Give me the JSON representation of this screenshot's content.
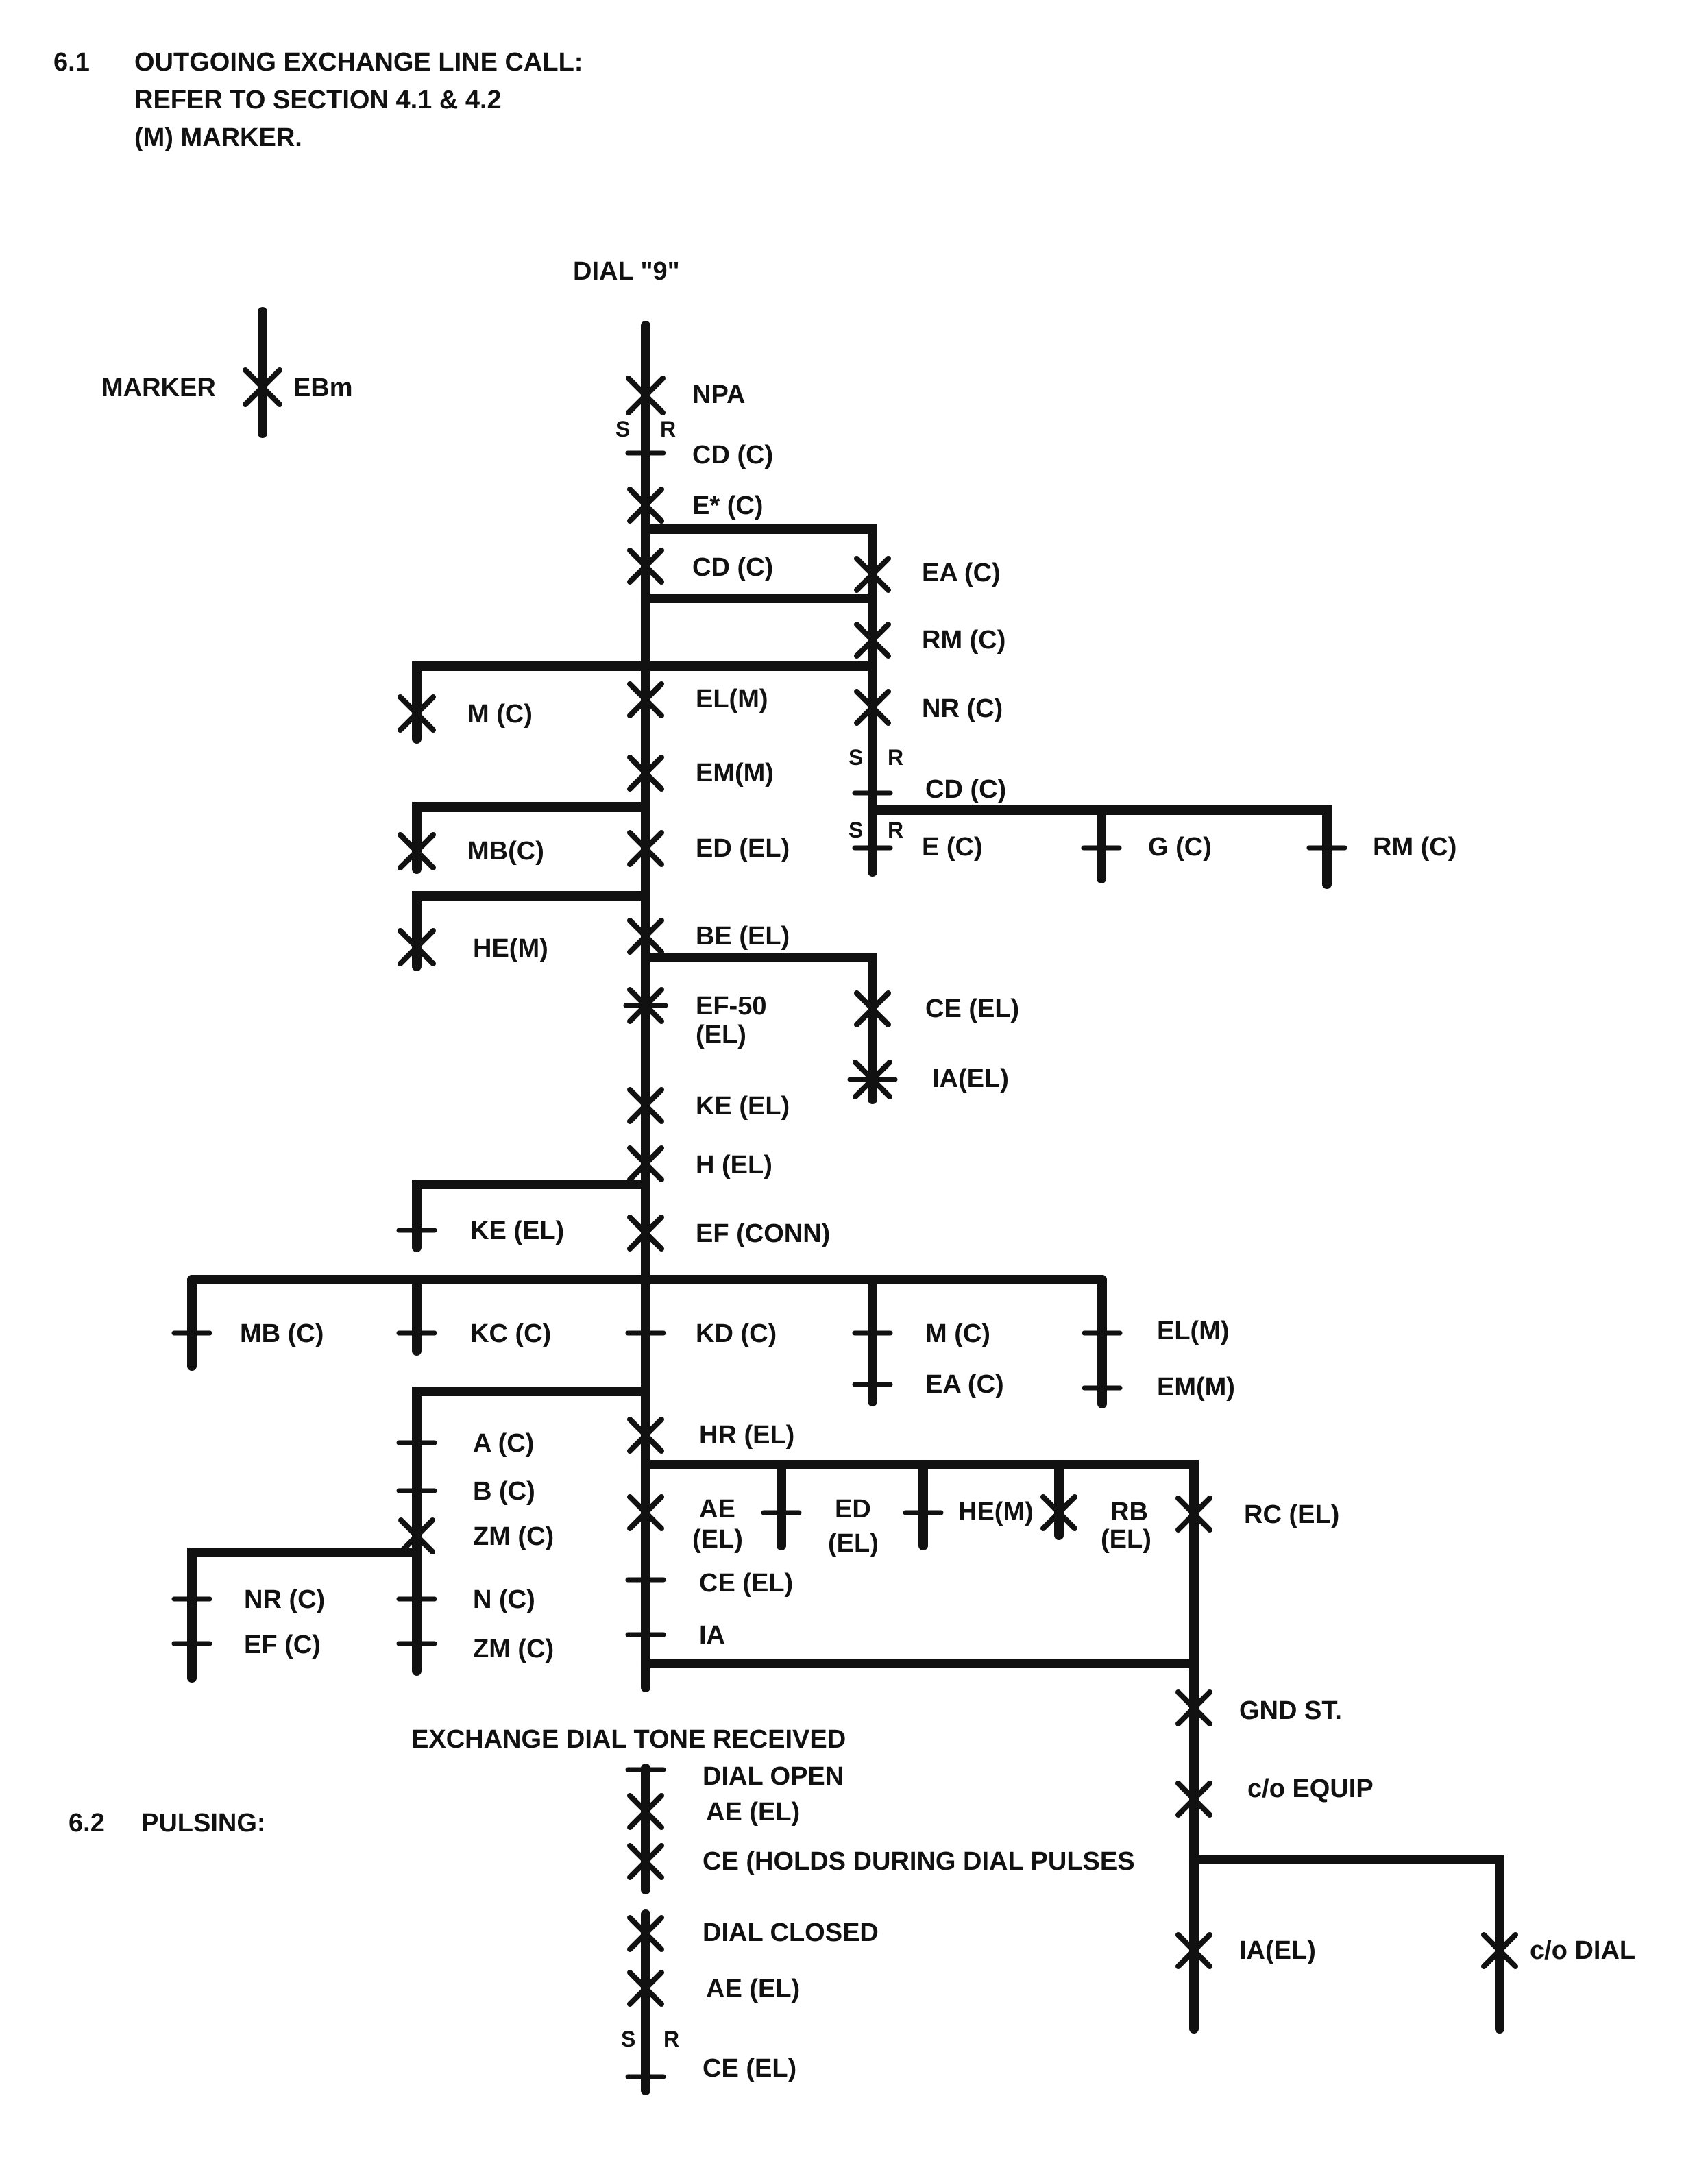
{
  "header": {
    "section_number": "6.1",
    "line1": "OUTGOING EXCHANGE LINE CALL:",
    "line2": "REFER TO SECTION 4.1 & 4.2",
    "line3": "(M) MARKER."
  },
  "legend": {
    "left_label": "MARKER",
    "right_label": "EBm"
  },
  "start_label": "DIAL \"9\"",
  "labels": {
    "npa": "NPA",
    "cd_c_1": "CD (C)",
    "e_star": "E* (C)",
    "cd_c_2": "CD (C)",
    "ea_c_top": "EA (C)",
    "rm_c_top": "RM (C)",
    "nr_c_top": "NR (C)",
    "cd_c_3": "CD (C)",
    "e_c": "E (C)",
    "g_c": "G (C)",
    "rm_c_right": "RM (C)",
    "el_m": "EL(M)",
    "m_c_left": "M (C)",
    "em_m": "EM(M)",
    "ed_el": "ED (EL)",
    "mb_c_left": "MB(C)",
    "be_el": "BE (EL)",
    "he_m_left": "HE(M)",
    "ef50_line1": "EF-50",
    "ef50_line2": "(EL)",
    "ce_el_mid": "CE (EL)",
    "ia_el_mid": "IA(EL)",
    "ke_el": "KE (EL)",
    "h_el": "H (EL)",
    "ke_el_left": "KE (EL)",
    "ef_conn": "EF (CONN)",
    "mb_c_row": "MB (C)",
    "kc_c": "KC (C)",
    "kd_c": "KD (C)",
    "m_c_row": "M (C)",
    "ea_c_row": "EA (C)",
    "el_m_row": "EL(M)",
    "em_m_row": "EM(M)",
    "a_c": "A (C)",
    "b_c": "B (C)",
    "zm_c_1": "ZM (C)",
    "nr_c_low": "NR (C)",
    "ef_c_low": "EF (C)",
    "n_c": "N (C)",
    "zm_c_2": "ZM (C)",
    "hr_el": "HR (EL)",
    "ae_line1": "AE",
    "ae_line2": "(EL)",
    "ed_line1": "ED",
    "ed_line2": "(EL)",
    "he_m_right": "HE(M)",
    "rb_line1": "RB",
    "rb_line2": "(EL)",
    "rc_el": "RC (EL)",
    "ce_el_low": "CE (EL)",
    "ia_low": "IA",
    "gnd_st": "GND ST.",
    "co_equip": "c/o EQUIP",
    "exchange_dial_tone": "EXCHANGE DIAL TONE RECEIVED",
    "pulsing_section": "6.2",
    "pulsing_title": "PULSING:",
    "dial_open": "DIAL OPEN",
    "ae_el_p1": "AE (EL)",
    "ce_holds": "CE (HOLDS DURING DIAL PULSES",
    "ia_el_right": "IA(EL)",
    "co_dial": "c/o DIAL",
    "dial_closed": "DIAL CLOSED",
    "ae_el_p2": "AE (EL)",
    "ce_el_end": "CE (EL)"
  },
  "sr_mark": {
    "s": "S",
    "r": "R"
  }
}
